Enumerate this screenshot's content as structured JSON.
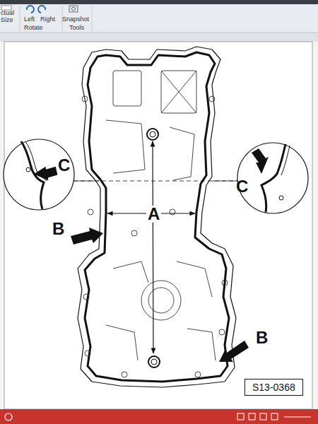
{
  "diagram": {
    "nodes": [
      {
        "text": [
          "S13-0368"
        ]
      }
    ],
    "labels": [
      "ctual Size",
      "Left",
      "Right",
      "Snapshot",
      "Rotate",
      "Tools",
      "C",
      "C",
      "A",
      "B",
      "B"
    ]
  }
}
